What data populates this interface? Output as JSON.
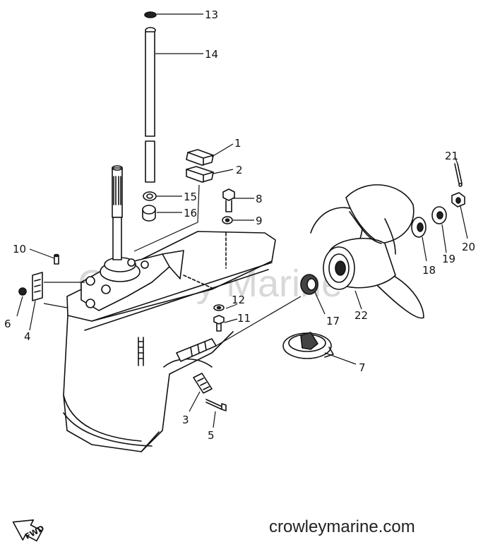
{
  "diagram": {
    "part_numbers": [
      "1",
      "2",
      "3",
      "4",
      "5",
      "6",
      "7",
      "8",
      "9",
      "10",
      "11",
      "12",
      "13",
      "14",
      "15",
      "16",
      "17",
      "18",
      "19",
      "20",
      "21",
      "22"
    ],
    "fwd_label": "FWD",
    "watermark": "crowleymarine.com",
    "ghost_watermark": "Crowley Marine"
  }
}
